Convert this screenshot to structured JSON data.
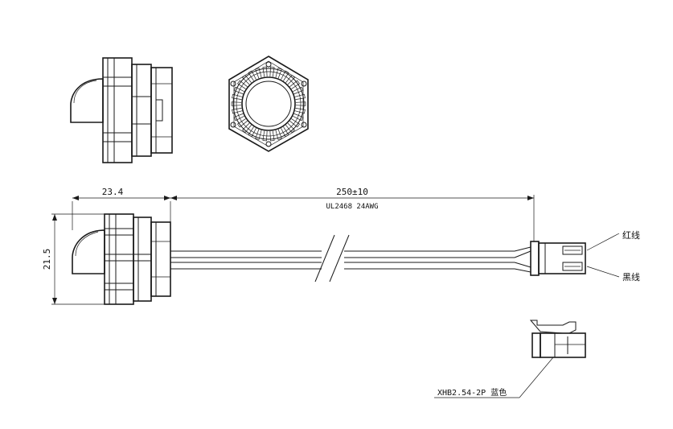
{
  "dimensions": {
    "width_label": "23.4",
    "height_label": "21.5",
    "cable_length_label": "250±10"
  },
  "cable": {
    "spec_label": "UL2468 24AWG"
  },
  "wires": {
    "red_label": "红线",
    "black_label": "黑线"
  },
  "connector": {
    "spec_label": "XHB2.54-2P 蓝色"
  }
}
